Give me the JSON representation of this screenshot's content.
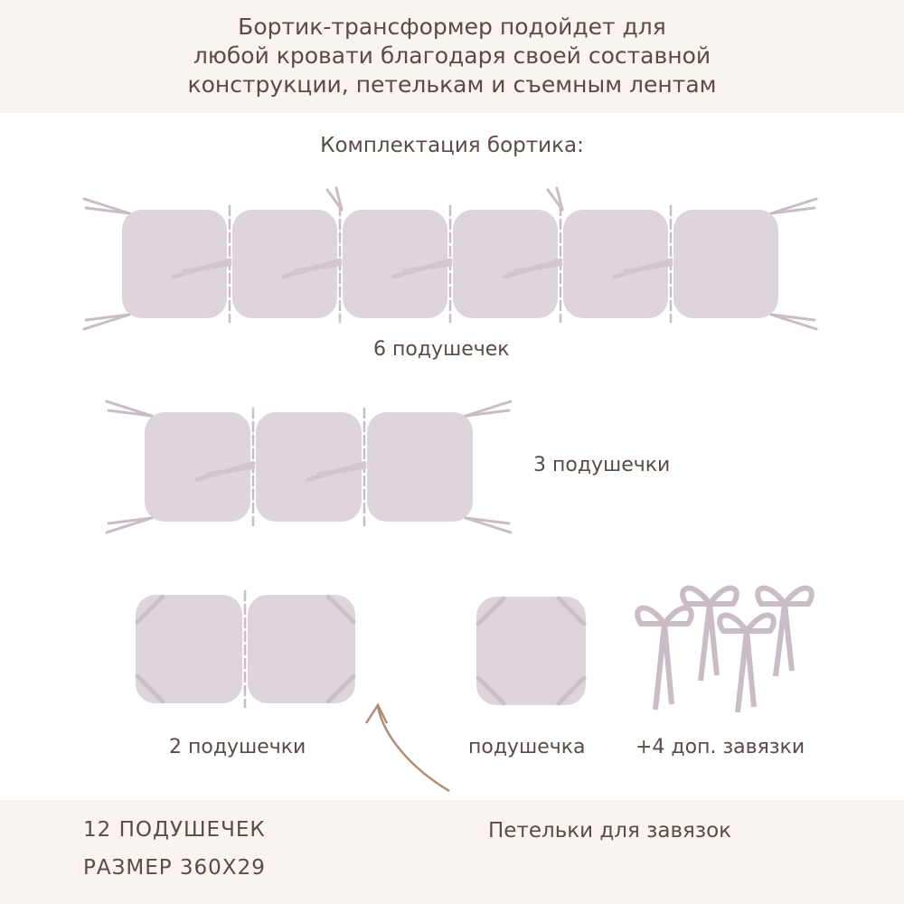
{
  "header": {
    "lines": [
      "Бортик-трансформер подойдет для",
      "любой кровати благодаря своей составной",
      "конструкции, петелькам и съемным лентам"
    ]
  },
  "subtitle": "Комплектация бортика:",
  "items": {
    "six": "6 подушечек",
    "three": "3 подушечки",
    "two": "2 подушечки",
    "one": "подушечка",
    "ties": "+4 доп. завязки"
  },
  "footer": {
    "count": "12 ПОДУШЕЧЕК",
    "size": "РАЗМЕР 360Х29",
    "loops": "Петельки для завязок"
  },
  "colors": {
    "band": "#faf4f0",
    "pillow": "#ded5dc",
    "tie": "#c9bcc6",
    "text": "#5b4a47",
    "arrow": "#b28a78"
  }
}
